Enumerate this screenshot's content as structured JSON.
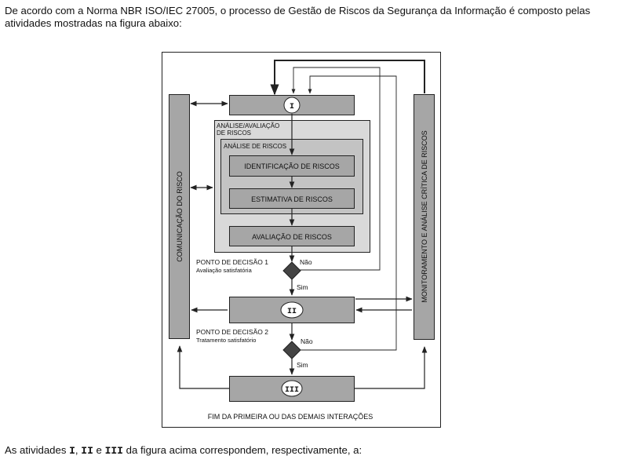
{
  "intro_text": "De acordo com a Norma NBR ISO/IEC 27005, o processo de Gestão de Riscos da Segurança da Informação é composto pelas atividades mostradas na figura abaixo:",
  "diagram": {
    "side_left": "COMUNICAÇÃO DO RISCO",
    "side_right": "MONITORAMENTO E ANÁLISE CRÍTICA DE RISCOS",
    "box_I": "I",
    "box_II": "II",
    "box_III": "III",
    "analise_avaliacao_line1": "ANÁLISE/AVALIAÇÃO",
    "analise_avaliacao_line2": "DE RISCOS",
    "analise_riscos": "ANÁLISE DE RISCOS",
    "identificacao": "IDENTIFICAÇÃO DE RISCOS",
    "estimativa": "ESTIMATIVA DE RISCOS",
    "avaliacao": "AVALIAÇÃO DE RISCOS",
    "decision1_title": "PONTO DE DECISÃO 1",
    "decision1_sub": "Avaliação satisfatória",
    "decision2_title": "PONTO DE DECISÃO 2",
    "decision2_sub": "Tratamento satisfatório",
    "label_nao": "Não",
    "label_sim": "Sim",
    "footer": "FIM DA PRIMEIRA OU DAS DEMAIS INTERAÇÕES"
  },
  "question": {
    "prefix": "As atividades",
    "item1": "I",
    "sep1": ",",
    "item2": "II",
    "conj": "e",
    "item3": "III",
    "suffix": "da figura acima correspondem, respectivamente, a:"
  }
}
